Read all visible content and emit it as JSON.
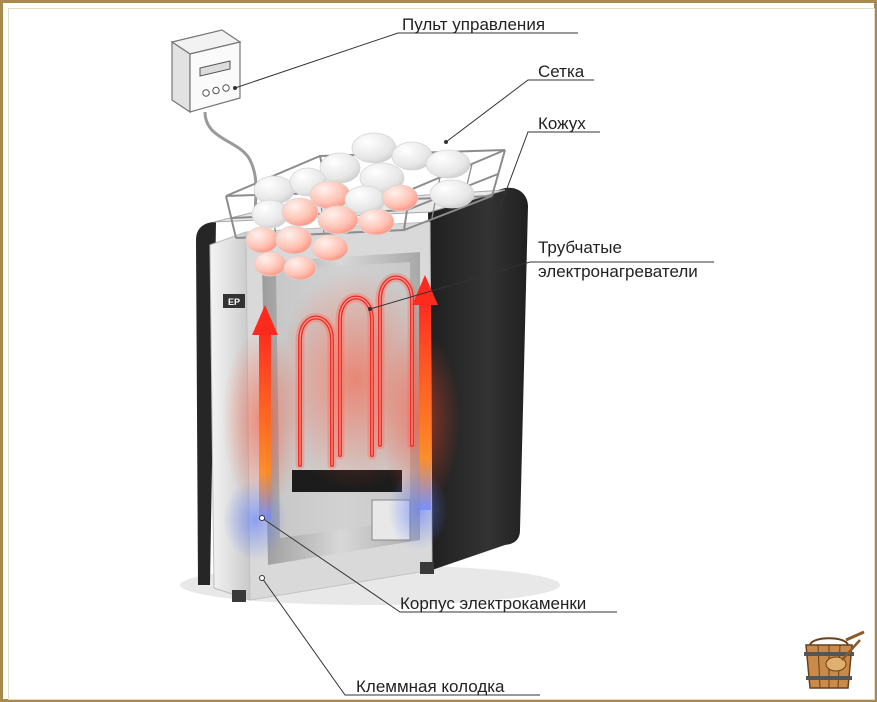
{
  "labels": {
    "control_panel": "Пульт управления",
    "grid": "Сетка",
    "casing": "Кожух",
    "heaters_line1": "Трубчатые",
    "heaters_line2": "электронагреватели",
    "body": "Корпус электрокаменки",
    "terminal_block": "Клеммная колодка"
  },
  "brand_badge": "EP",
  "colors": {
    "frame": "#a98a4e",
    "heater": "#e8302a",
    "casing": "#2a2a2a",
    "body": "#e4e4e4",
    "heat_arrow": "#ff5a1e",
    "cold_glow": "#6f8bff"
  },
  "icons": [
    "control-panel-icon",
    "sauna-bucket-icon"
  ]
}
